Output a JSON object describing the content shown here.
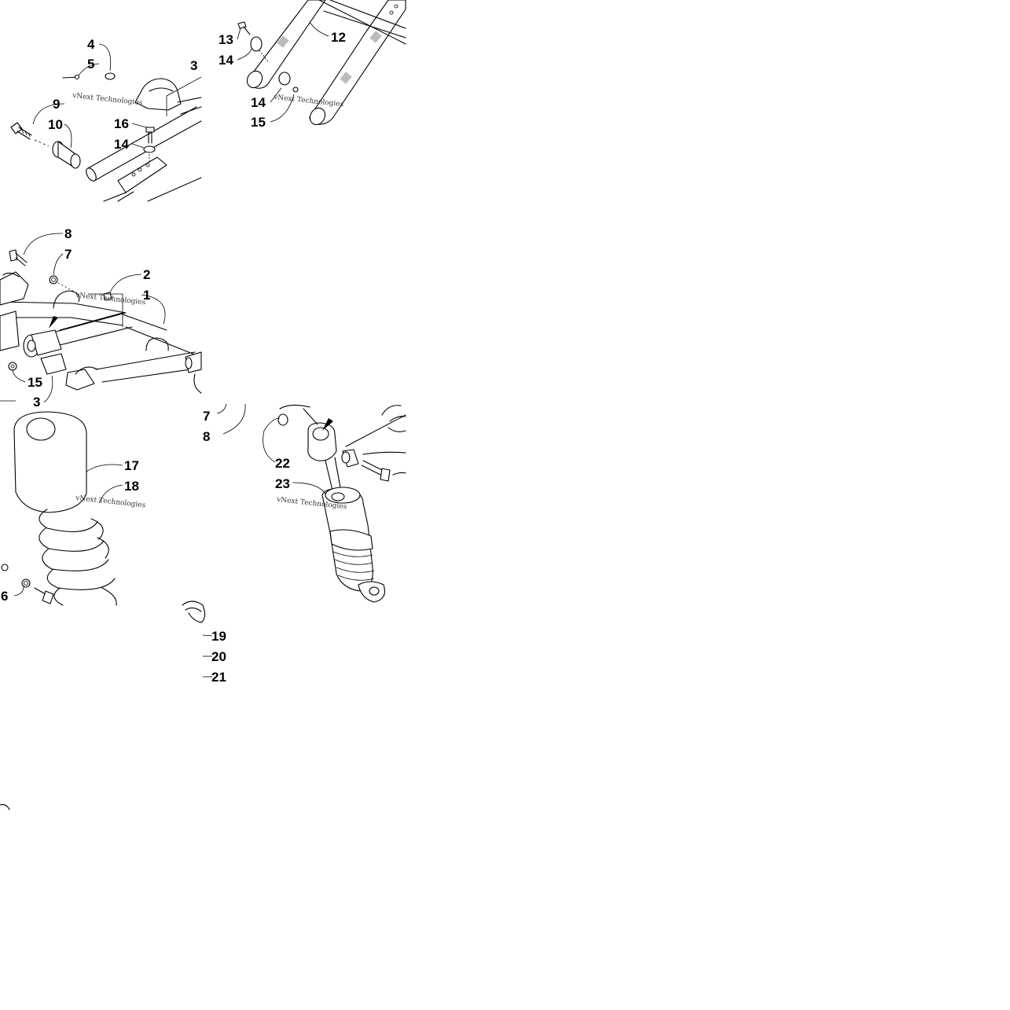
{
  "watermark": "vNext Technologies",
  "callouts": [
    {
      "id": "c4",
      "text": "4"
    },
    {
      "id": "c5",
      "text": "5"
    },
    {
      "id": "c3a",
      "text": "3"
    },
    {
      "id": "c9",
      "text": "9"
    },
    {
      "id": "c10",
      "text": "10"
    },
    {
      "id": "c16",
      "text": "16"
    },
    {
      "id": "c14a",
      "text": "14"
    },
    {
      "id": "c13",
      "text": "13"
    },
    {
      "id": "c14b",
      "text": "14"
    },
    {
      "id": "c12",
      "text": "12"
    },
    {
      "id": "c14c",
      "text": "14"
    },
    {
      "id": "c15a",
      "text": "15"
    },
    {
      "id": "c8a",
      "text": "8"
    },
    {
      "id": "c7a",
      "text": "7"
    },
    {
      "id": "c2",
      "text": "2"
    },
    {
      "id": "c1",
      "text": "1"
    },
    {
      "id": "c15b",
      "text": "15"
    },
    {
      "id": "c3b",
      "text": "3"
    },
    {
      "id": "c17",
      "text": "17"
    },
    {
      "id": "c18",
      "text": "18"
    },
    {
      "id": "c6",
      "text": "6"
    },
    {
      "id": "c7b",
      "text": "7"
    },
    {
      "id": "c8b",
      "text": "8"
    },
    {
      "id": "c22",
      "text": "22"
    },
    {
      "id": "c23",
      "text": "23"
    },
    {
      "id": "c19",
      "text": "19"
    },
    {
      "id": "c20",
      "text": "20"
    },
    {
      "id": "c21",
      "text": "21"
    }
  ]
}
